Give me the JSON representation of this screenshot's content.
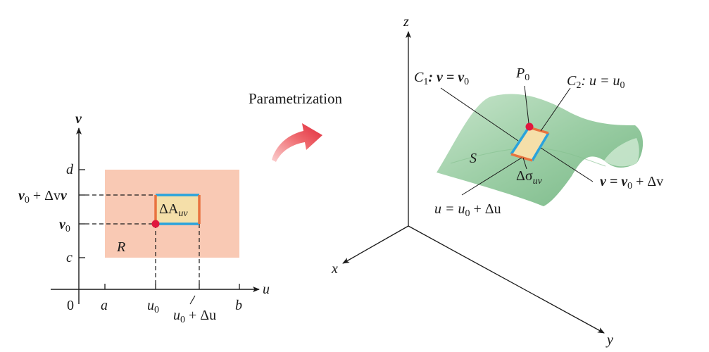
{
  "left_diagram": {
    "axis_v": "v",
    "axis_u": "u",
    "origin": "0",
    "tick_a": "a",
    "tick_b": "b",
    "tick_c": "c",
    "tick_d": "d",
    "tick_u0": "u",
    "tick_u0_sub": "0",
    "tick_u0du": "u",
    "tick_u0du_sub": "0",
    "tick_u0du_rest": " + Δu",
    "tick_v0": "v",
    "tick_v0_sub": "0",
    "tick_v0dv": "v",
    "tick_v0dv_sub": "0",
    "tick_v0dv_rest": " + Δv",
    "region": "R",
    "delta_a": "ΔA",
    "delta_a_sub": "uv"
  },
  "arrow": {
    "label": "Parametrization"
  },
  "right_diagram": {
    "axis_x": "x",
    "axis_y": "y",
    "axis_z": "z",
    "surface": "S",
    "c1_a": "C",
    "c1_sub": "1",
    "c1_b": ": v = v",
    "c1_sub2": "0",
    "p0": "P",
    "p0_sub": "0",
    "c2_a": "C",
    "c2_sub": "2",
    "c2_b": ": u = u",
    "c2_sub2": "0",
    "dsigma": "Δσ",
    "dsigma_sub": "uv",
    "v_eq_a": "v = v",
    "v_eq_sub": "0",
    "v_eq_b": " + Δv",
    "u_eq_a": "u = u",
    "u_eq_sub": "0",
    "u_eq_b": " + Δu"
  },
  "colors": {
    "region_fill": "#f9c9b4",
    "patch_fill": "#f5dfa9",
    "blue_edge": "#2aa3dc",
    "orange_edge": "#e8733f",
    "point": "#e0173e",
    "surface_fill": "#9fd0a8",
    "arrow": "#e4424c"
  }
}
